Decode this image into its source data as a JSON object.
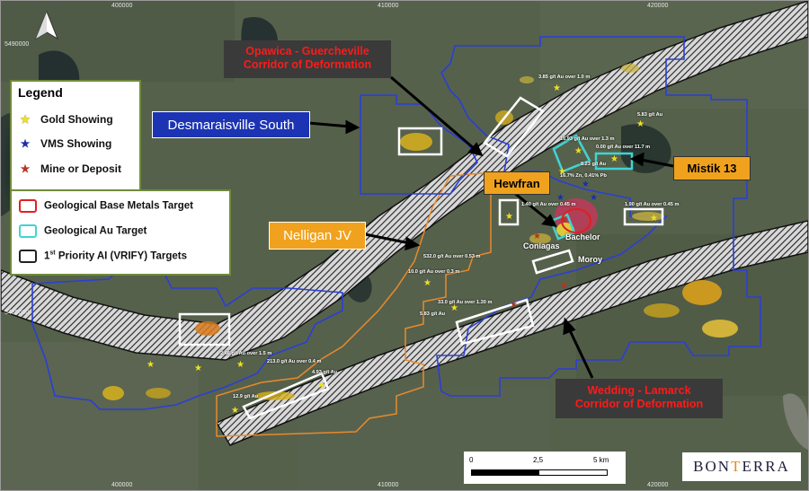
{
  "legend": {
    "title": "Legend",
    "items": [
      {
        "label": "Gold Showing",
        "symbol": "★",
        "color": "#f0e020"
      },
      {
        "label": "VMS Showing",
        "symbol": "★",
        "color": "#1a2fa8"
      },
      {
        "label": "Mine or Deposit",
        "symbol": "★",
        "color": "#b8341c"
      }
    ]
  },
  "target_legend": {
    "items": [
      {
        "label": "Geological Base Metals Target",
        "color": "#e02020"
      },
      {
        "label": "Geological Au Target",
        "color": "#3fd4d4"
      },
      {
        "label_pre": "1",
        "label_sup": "st",
        "label_post": " Priority AI (VRIFY) Targets",
        "color": "#222222"
      }
    ]
  },
  "callouts": {
    "desmaraisville": "Desmaraisville South",
    "opawica_line1": "Opawica - Guercheville",
    "opawica_line2": "Corridor of Deformation",
    "hewfran": "Hewfran",
    "mistik": "Mistik 13",
    "nelligan": "Nelligan JV",
    "wedding_line1": "Wedding - Lamarck",
    "wedding_line2": "Corridor of Deformation"
  },
  "coordinates": {
    "x_top": [
      "400000",
      "410000",
      "420000"
    ],
    "x_bottom": [
      "400000",
      "410000",
      "420000"
    ],
    "y_left": [
      "5490000",
      "5480000"
    ]
  },
  "places": {
    "bachelor": "Bachelor",
    "coniagas": "Coniagas",
    "moroy": "Moroy"
  },
  "annotations": [
    "3.85 g/t Au over 1.0 m",
    "5.83 g/t Au",
    "16.93 g/t Au over 1.3 m",
    "0.00 g/t Au over 11.7 m",
    "8.23 g/t Au",
    "16.7% Zn, 0.41% Pb",
    "1.40 g/t Au over 0.45 m",
    "1.90 g/t Au over 0.45 m",
    "532.0 g/t Au over 0.53 m",
    "10.0 g/t Au over 0.3 m",
    "33.0 g/t Au over 1.30 m",
    "5.83 g/t Au",
    "2.46 g/t Au over 1.5 m",
    "213.0 g/t Au over 0.4 m",
    "4.93 g/t Au",
    "12.9 g/t Au"
  ],
  "scale": {
    "labels": [
      "0",
      "2,5",
      "5 km"
    ]
  },
  "logo": {
    "pre": "BON",
    "t": "T",
    "post": "ERRA"
  },
  "colors": {
    "callout_red_bg": "#3a3a3a",
    "callout_red_text": "#ff1a1a",
    "callout_blue_bg": "#1c34b4",
    "callout_orange_bg": "#f0a21e",
    "property_blue": "#2a3fd6",
    "nelligan_orange": "#e88a2a"
  }
}
